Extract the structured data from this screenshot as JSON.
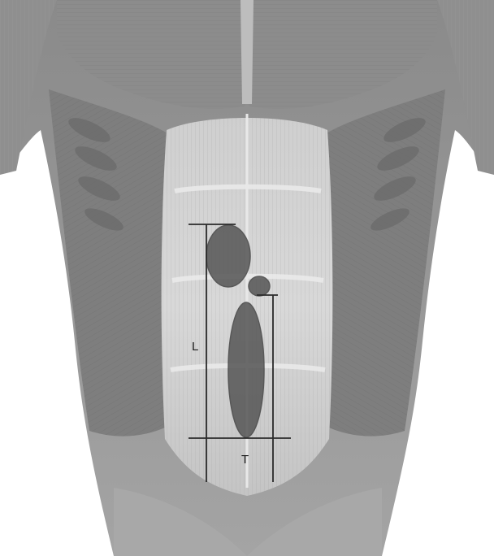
{
  "figure": {
    "labels": {
      "length": "L",
      "transverse": "T"
    },
    "colors": {
      "background": "#ffffff",
      "muscle_dark": "#6e6e6e",
      "muscle_mid": "#9a9a9a",
      "muscle_light": "#c9c9c9",
      "fascia": "#e2e2e2",
      "lesion": "#555555",
      "measure_line": "#2a2a2a"
    },
    "icons": [
      "anatomy-torso-illustration",
      "lesion-ellipse",
      "measurement-line"
    ]
  }
}
